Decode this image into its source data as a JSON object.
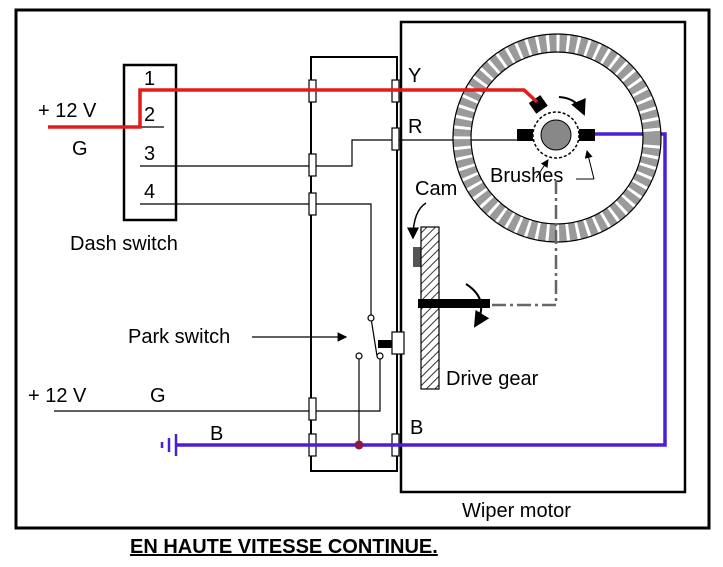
{
  "dash_switch": {
    "label": "Dash switch",
    "terminals": [
      "1",
      "2",
      "3",
      "4"
    ],
    "supply_voltage": "+ 12 V",
    "supply_ground_letter": "G"
  },
  "park_switch": {
    "label": "Park switch"
  },
  "lower_supply": {
    "voltage": "+ 12 V",
    "letter": "G"
  },
  "ground_wire_letter": "B",
  "motor_terminals": {
    "yellow": "Y",
    "red": "R",
    "black": "B"
  },
  "wiper_motor": {
    "label": "Wiper motor",
    "cam_label": "Cam",
    "brushes_label": "Brushes",
    "drive_gear_label": "Drive gear"
  },
  "caption": "EN HAUTE VITESSE CONTINUE.",
  "colors": {
    "red_wire": "#e51a1a",
    "blue_wire": "#4a1fd6",
    "ground_dot": "#8b1a4a",
    "motor_ring": "#9a9a9a",
    "armature": "#888888"
  }
}
